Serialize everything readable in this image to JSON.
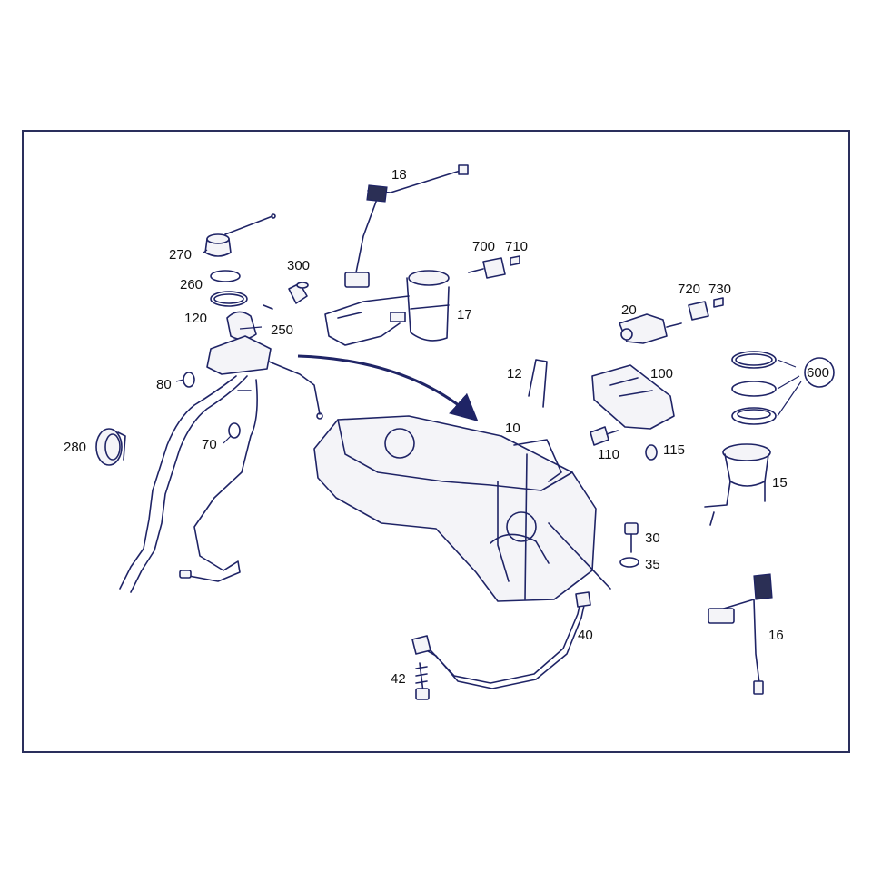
{
  "diagram": {
    "labels": {
      "p18": "18",
      "p270": "270",
      "p260": "260",
      "p120": "120",
      "p300": "300",
      "p250": "250",
      "p700": "700",
      "p710": "710",
      "p17": "17",
      "p20": "20",
      "p720": "720",
      "p730": "730",
      "p600": "600",
      "p12": "12",
      "p100": "100",
      "p80": "80",
      "p70": "70",
      "p280": "280",
      "p10": "10",
      "p110": "110",
      "p115": "115",
      "p15": "15",
      "p30": "30",
      "p35": "35",
      "p40": "40",
      "p42": "42",
      "p16": "16"
    },
    "colors": {
      "line": "#1f2466",
      "frame": "#2a2f5c",
      "text": "#111111"
    }
  }
}
